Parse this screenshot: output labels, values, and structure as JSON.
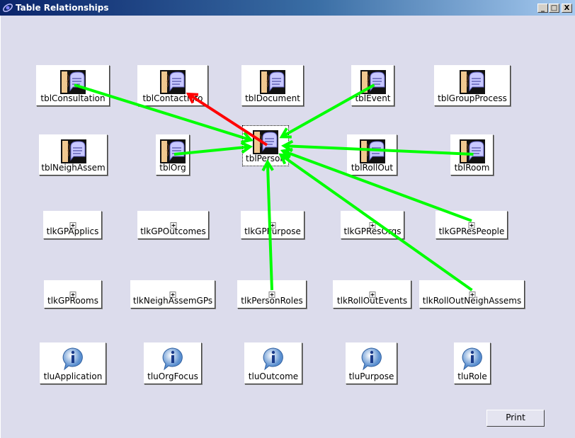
{
  "window": {
    "title": "Table Relationships",
    "minimize": "_",
    "maximize": "□",
    "close": "X"
  },
  "nodes": [
    {
      "id": "tblConsultation",
      "label": "tblConsultation",
      "kind": "table"
    },
    {
      "id": "tblContactInfo",
      "label": "tblContactInfo",
      "kind": "table"
    },
    {
      "id": "tblDocument",
      "label": "tblDocument",
      "kind": "table"
    },
    {
      "id": "tblEvent",
      "label": "tblEvent",
      "kind": "table"
    },
    {
      "id": "tblGroupProcess",
      "label": "tblGroupProcess",
      "kind": "table"
    },
    {
      "id": "tblNeighAssem",
      "label": "tblNeighAssem",
      "kind": "table"
    },
    {
      "id": "tblOrg",
      "label": "tblOrg",
      "kind": "table"
    },
    {
      "id": "tblPerson",
      "label": "tblPerson",
      "kind": "table",
      "selected": true
    },
    {
      "id": "tblRollOut",
      "label": "tblRollOut",
      "kind": "table"
    },
    {
      "id": "tblRoom",
      "label": "tblRoom",
      "kind": "table"
    },
    {
      "id": "tlkGPApplics",
      "label": "tlkGPApplics",
      "kind": "link"
    },
    {
      "id": "tlkGPOutcomes",
      "label": "tlkGPOutcomes",
      "kind": "link"
    },
    {
      "id": "tlkGPPurpose",
      "label": "tlkGPPurpose",
      "kind": "link"
    },
    {
      "id": "tlkGPResOrgs",
      "label": "tlkGPResOrgs",
      "kind": "link"
    },
    {
      "id": "tlkGPResPeople",
      "label": "tlkGPResPeople",
      "kind": "link"
    },
    {
      "id": "tlkGPRooms",
      "label": "tlkGPRooms",
      "kind": "link"
    },
    {
      "id": "tlkNeighAssemGPs",
      "label": "tlkNeighAssemGPs",
      "kind": "link"
    },
    {
      "id": "tlkPersonRoles",
      "label": "tlkPersonRoles",
      "kind": "link"
    },
    {
      "id": "tlkRollOutEvents",
      "label": "tlkRollOutEvents",
      "kind": "link"
    },
    {
      "id": "tlkRollOutNeighAssems",
      "label": "tlkRollOutNeighAssems",
      "kind": "link"
    },
    {
      "id": "tluApplication",
      "label": "tluApplication",
      "kind": "lookup"
    },
    {
      "id": "tluOrgFocus",
      "label": "tluOrgFocus",
      "kind": "lookup"
    },
    {
      "id": "tluOutcome",
      "label": "tluOutcome",
      "kind": "lookup"
    },
    {
      "id": "tluPurpose",
      "label": "tluPurpose",
      "kind": "lookup"
    },
    {
      "id": "tluRole",
      "label": "tluRole",
      "kind": "lookup"
    }
  ],
  "relationships": [
    {
      "from": "tblConsultation",
      "to": "tblPerson",
      "color": "#00ff00"
    },
    {
      "from": "tblPerson",
      "to": "tblContactInfo",
      "color": "#ff0000"
    },
    {
      "from": "tblEvent",
      "to": "tblPerson",
      "color": "#00ff00"
    },
    {
      "from": "tblOrg",
      "to": "tblPerson",
      "color": "#00ff00"
    },
    {
      "from": "tblRoom",
      "to": "tblPerson",
      "color": "#00ff00"
    },
    {
      "from": "tlkGPResPeople",
      "to": "tblPerson",
      "color": "#00ff00"
    },
    {
      "from": "tlkRollOutNeighAssems",
      "to": "tblPerson",
      "color": "#00ff00"
    },
    {
      "from": "tlkPersonRoles",
      "to": "tblPerson",
      "color": "#00ff00"
    }
  ],
  "print_label": "Print"
}
